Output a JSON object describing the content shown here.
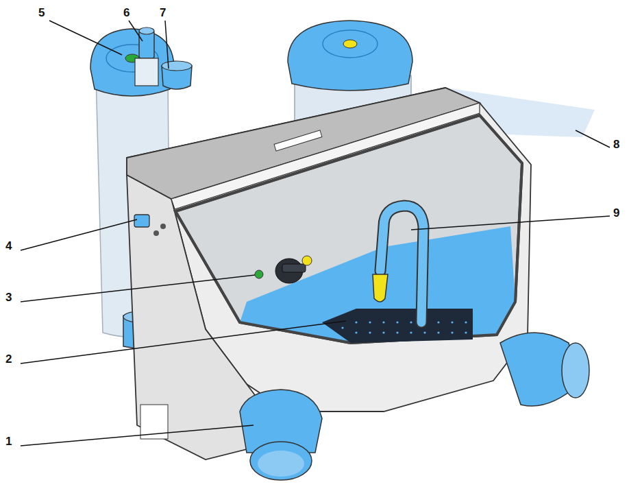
{
  "diagram": {
    "labels": [
      "5",
      "6",
      "7",
      "8",
      "9",
      "4",
      "3",
      "2",
      "1"
    ]
  }
}
